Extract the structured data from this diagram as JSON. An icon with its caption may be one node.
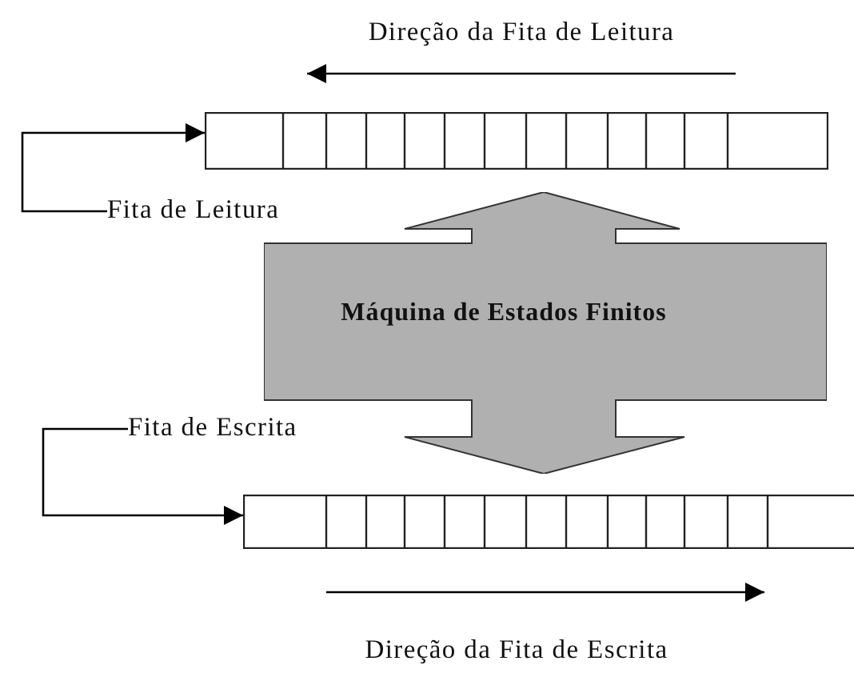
{
  "diagram": {
    "nodes": [
      {
        "text": [],
        "shape": "bar"
      },
      {
        "text": [
          "Fita de Leitura"
        ]
      },
      {
        "text": [
          "Máquina de Estados Finitos"
        ]
      },
      {
        "text": [
          "Fita de Escrita"
        ]
      },
      {
        "text": [],
        "shape": "bar"
      }
    ],
    "edges": [
      {
        "from": 1,
        "to": 0,
        "arrow": "to"
      },
      {
        "from": 3,
        "to": 4,
        "arrow": "to"
      }
    ],
    "labels": [
      "Direção da Fita de Leitura",
      "Direção da Fita de Escrita"
    ]
  }
}
